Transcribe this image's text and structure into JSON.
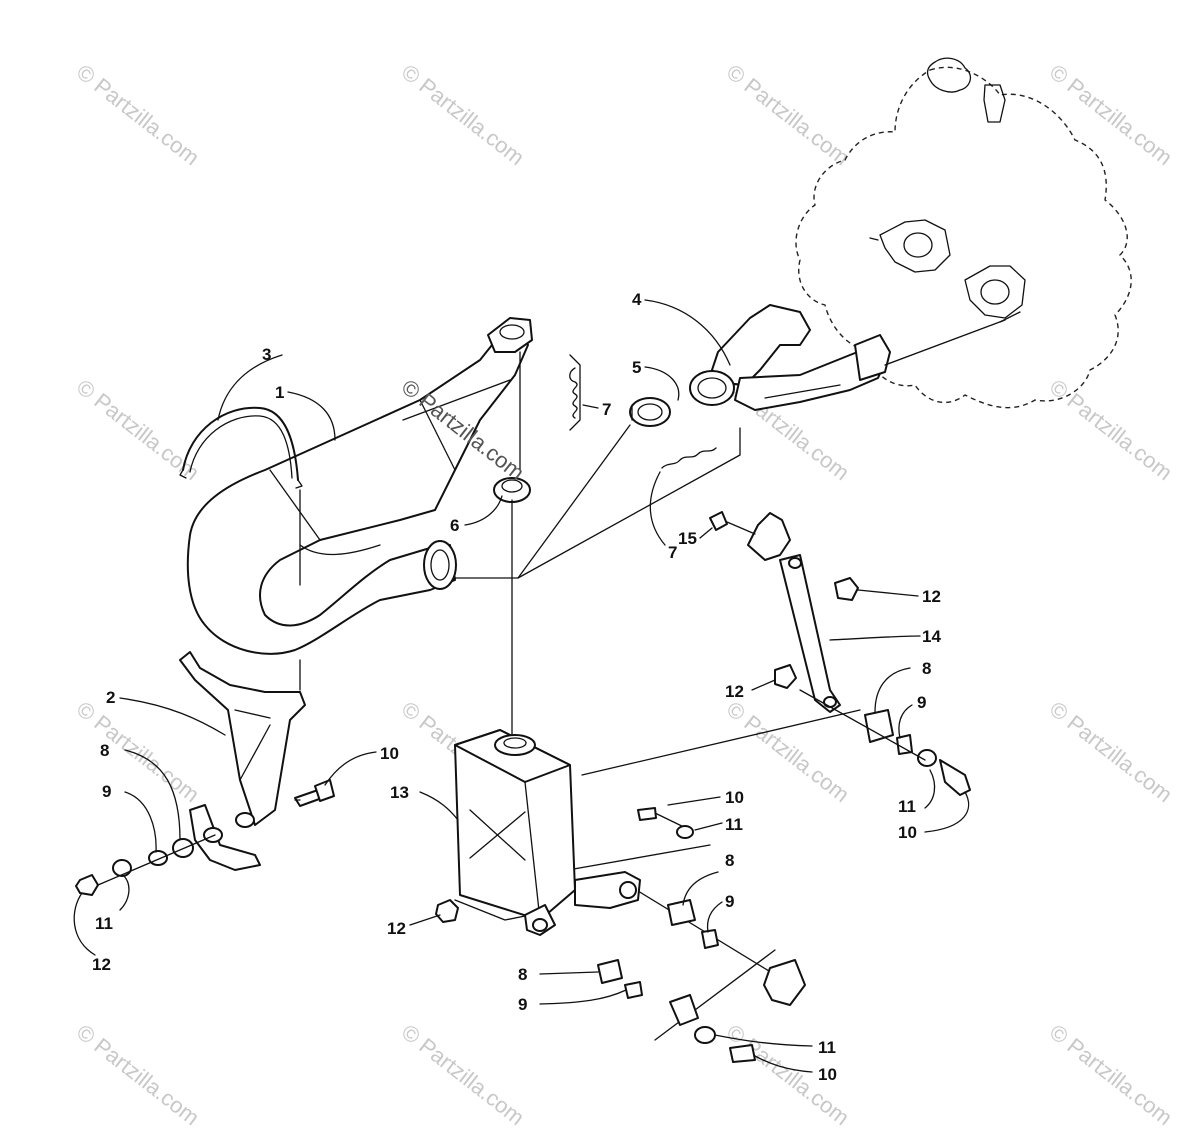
{
  "watermark": {
    "text": "© Partzilla.com",
    "center_text": "© Partzilla.com"
  },
  "callouts": [
    {
      "id": "c3",
      "label": "3"
    },
    {
      "id": "c1",
      "label": "1"
    },
    {
      "id": "c4",
      "label": "4"
    },
    {
      "id": "c5",
      "label": "5"
    },
    {
      "id": "c7a",
      "label": "7"
    },
    {
      "id": "c6",
      "label": "6"
    },
    {
      "id": "c7b",
      "label": "7"
    },
    {
      "id": "c15",
      "label": "15"
    },
    {
      "id": "c12a",
      "label": "12"
    },
    {
      "id": "c14",
      "label": "14"
    },
    {
      "id": "c12b",
      "label": "12"
    },
    {
      "id": "c8a",
      "label": "8"
    },
    {
      "id": "c9a",
      "label": "9"
    },
    {
      "id": "c11a",
      "label": "11"
    },
    {
      "id": "c10a",
      "label": "10"
    },
    {
      "id": "c2",
      "label": "2"
    },
    {
      "id": "c8b",
      "label": "8"
    },
    {
      "id": "c9b",
      "label": "9"
    },
    {
      "id": "c10b",
      "label": "10"
    },
    {
      "id": "c11b",
      "label": "11"
    },
    {
      "id": "c12c",
      "label": "12"
    },
    {
      "id": "c13",
      "label": "13"
    },
    {
      "id": "c10c",
      "label": "10"
    },
    {
      "id": "c11c",
      "label": "11"
    },
    {
      "id": "c8c",
      "label": "8"
    },
    {
      "id": "c9c",
      "label": "9"
    },
    {
      "id": "c12d",
      "label": "12"
    },
    {
      "id": "c8d",
      "label": "8"
    },
    {
      "id": "c9d",
      "label": "9"
    },
    {
      "id": "c11d",
      "label": "11"
    },
    {
      "id": "c10d",
      "label": "10"
    }
  ]
}
